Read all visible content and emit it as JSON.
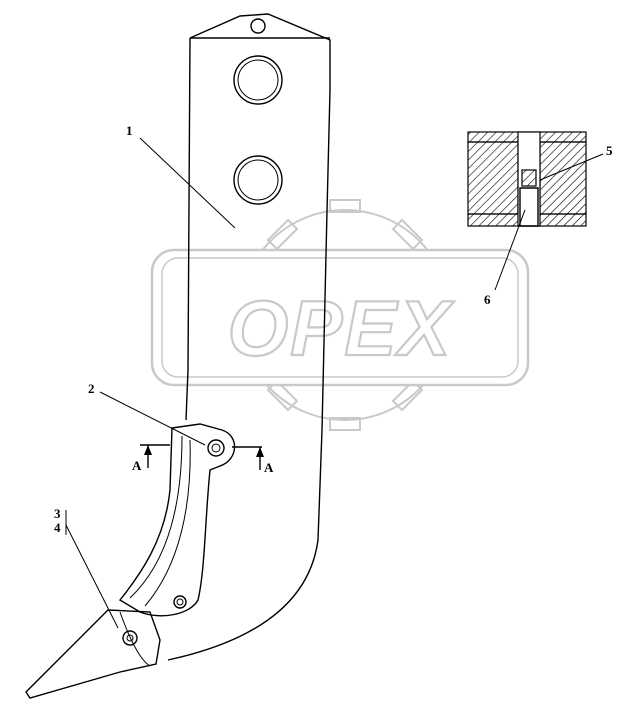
{
  "watermark": {
    "text": "OPEX"
  },
  "callouts": {
    "part_1": "1",
    "part_2": "2",
    "part_3": "3",
    "part_4": "4",
    "part_5": "5",
    "part_6": "6"
  },
  "section_marks": {
    "left": "A",
    "right": "A"
  },
  "colors": {
    "line": "#000000",
    "watermark": "#c9c9c9",
    "background": "#ffffff"
  }
}
